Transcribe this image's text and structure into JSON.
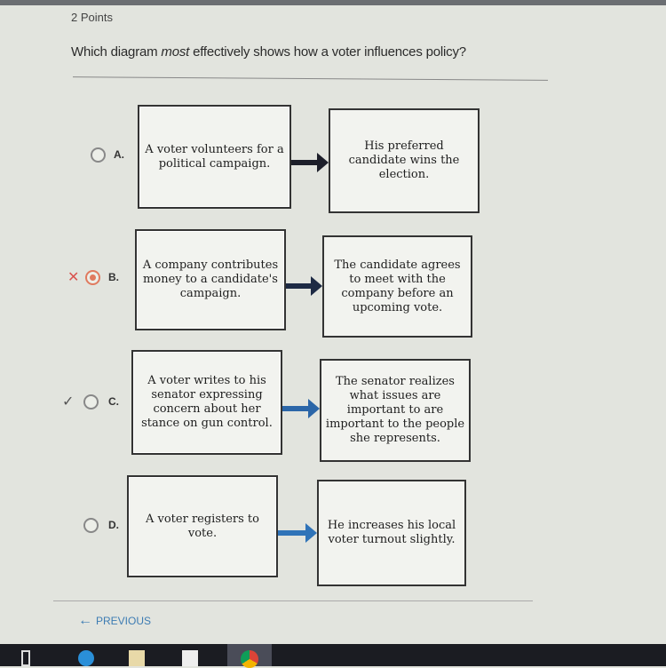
{
  "header": {
    "points": "2 Points"
  },
  "question": {
    "pre": "Which diagram ",
    "emph": "most",
    "post": " effectively shows how a voter influences policy?"
  },
  "options": [
    {
      "letter": "A.",
      "cause": "A voter volunteers for a political campaign.",
      "effect": "His preferred candidate wins the election.",
      "selected": false,
      "mark": "",
      "arrow_color": "#1d1f2a"
    },
    {
      "letter": "B.",
      "cause": "A company contributes money to a candidate's campaign.",
      "effect": "The candidate agrees to meet with the company before an upcoming vote.",
      "selected": true,
      "mark": "✕",
      "arrow_color": "#1d2a44"
    },
    {
      "letter": "C.",
      "cause": "A voter writes to his senator expressing concern about her stance on gun control.",
      "effect": "The senator realizes what issues are important to are important to the people she represents.",
      "selected": false,
      "mark": "✓",
      "arrow_color": "#2b66a8"
    },
    {
      "letter": "D.",
      "cause": "A voter registers to vote.",
      "effect": "He increases his local voter turnout slightly.",
      "selected": false,
      "mark": "",
      "arrow_color": "#2f73b8"
    }
  ],
  "footer": {
    "previous": "PREVIOUS"
  },
  "colors": {
    "wrong": "#d9534f",
    "correct": "#555555",
    "link": "#3d7cb3"
  }
}
